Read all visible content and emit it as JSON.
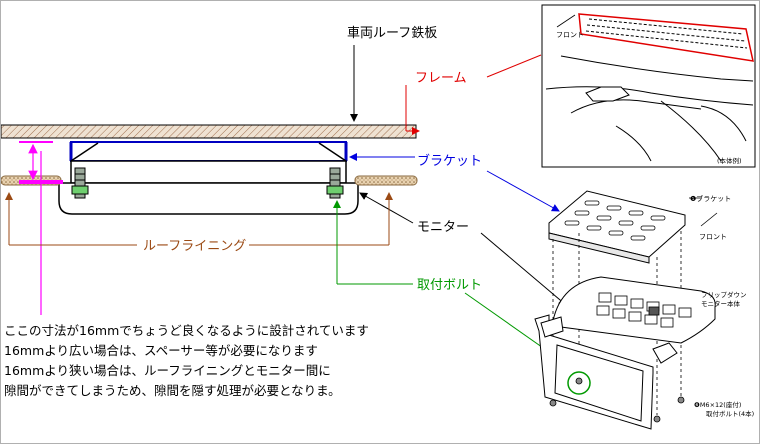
{
  "labels": {
    "roof_panel": "車両ルーフ鉄板",
    "frame": "フレーム",
    "bracket": "ブラケット",
    "monitor": "モニター",
    "roof_lining": "ルーフライニング",
    "bolt": "取付ボルト"
  },
  "notes": [
    "ここの寸法が16mmでちょうど良くなるように設計されています",
    "16mmより広い場合は、スペーサー等が必要になります",
    "16mmより狭い場合は、ルーフライニングとモニター間に",
    "隙間ができてしまうため、隙間を隠す処理が必要となりま。"
  ],
  "inset_top": {
    "front_label": "フロント",
    "note": "(本体例)"
  },
  "inset_bottom": {
    "bracket_callout": "❶ブラケット",
    "front_label": "フロント",
    "unit_label_1": "フリップダウン",
    "unit_label_2": "モニター本体",
    "bolt_callout_1": "❻M6×12(座付)",
    "bolt_callout_2": "取付ボルト(4本)"
  },
  "colors": {
    "red": "#e00000",
    "blue": "#0000e0",
    "brown": "#9b4a14",
    "green": "#009900",
    "magenta": "#ff00ff",
    "frame_fill": "#e8d8c8",
    "lining_fill": "#d8c0a0"
  }
}
